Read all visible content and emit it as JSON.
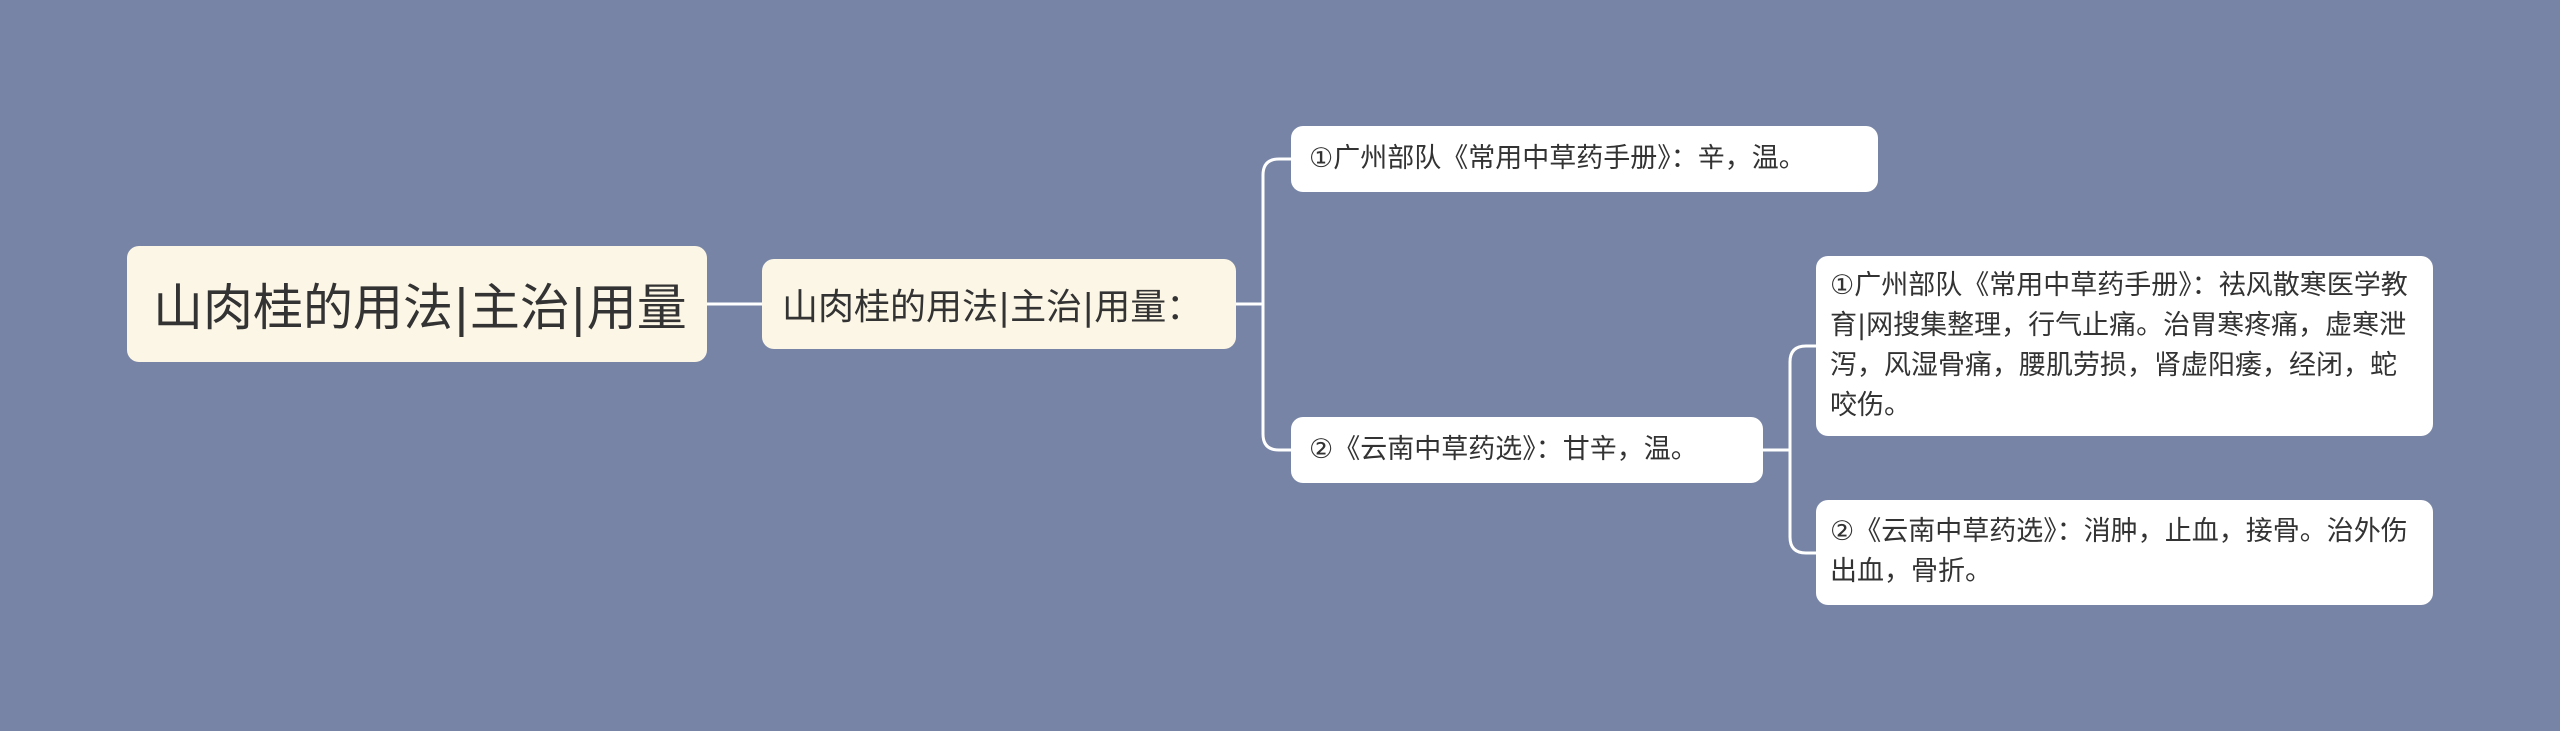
{
  "mindmap": {
    "root": {
      "label": "山肉桂的用法|主治|用量"
    },
    "topic": {
      "label": "山肉桂的用法|主治|用量："
    },
    "branches": [
      {
        "label": "①广州部队《常用中草药手册》：辛，温。"
      },
      {
        "label": "②《云南中草药选》：甘辛，温。"
      }
    ],
    "leaves": [
      {
        "label": "①广州部队《常用中草药手册》：祛风散寒医学教育|网搜集整理，行气止痛。治胃寒疼痛，虚寒泄泻，风湿骨痛，腰肌劳损，肾虚阳痿，经闭，蛇咬伤。"
      },
      {
        "label": "②《云南中草药选》：消肿，止血，接骨。治外伤出血，骨折。"
      }
    ],
    "colors": {
      "background": "#7784a6",
      "root_fill": "#fcf6e6",
      "leaf_fill": "#ffffff",
      "connector": "#ffffff",
      "text": "#333333"
    }
  }
}
